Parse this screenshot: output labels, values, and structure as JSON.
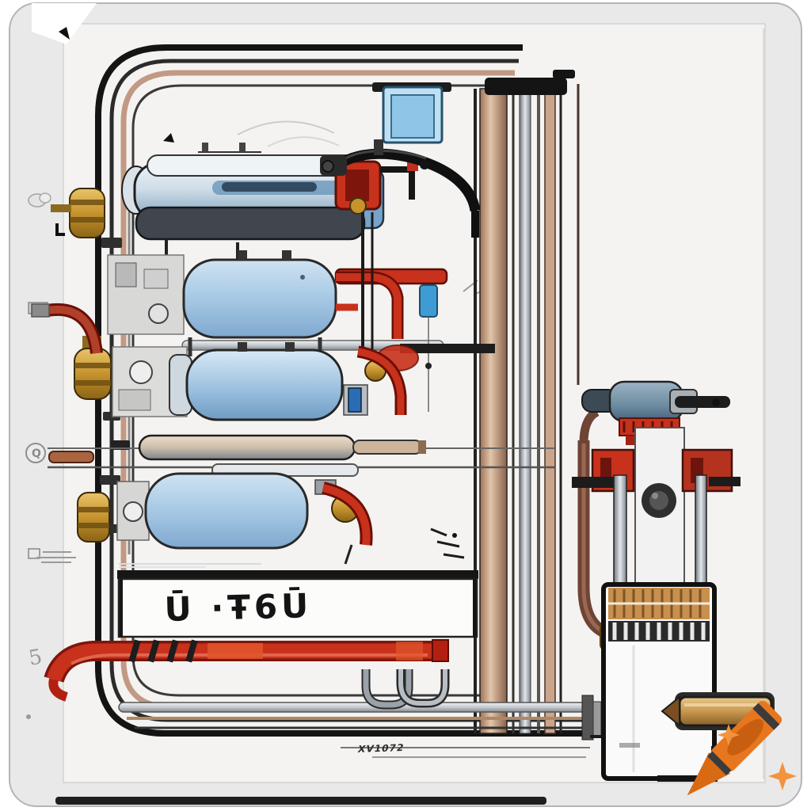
{
  "artwork": {
    "description": "AI-generated technical illustration of a piping / boiler system with four horizontal blue tanks, copper and red pipework, brass valves and a separate boiler unit",
    "watermark_icon": "crayon-icon",
    "watermark_sparkles": "sparkle-icon"
  },
  "plate": {
    "text": "Ū ·Ŧ6Ū"
  },
  "tags": {
    "pipe_tag": "XV1072",
    "port_tag": "Q",
    "curl_tag": "5"
  },
  "palette": {
    "card_gray": "#e9e9ea",
    "drawing_bg": "#f4f3f1",
    "line_black": "#151515",
    "pipe_copper": "#b5846a",
    "pipe_copper_dark": "#6e4434",
    "pipe_red": "#c8311b",
    "pipe_red_dark": "#7e150c",
    "red_orange": "#e0562b",
    "tank_blue": "#a6c8e4",
    "tank_blue_deep": "#7fa9cf",
    "valve_brass": "#c6932e",
    "sensor_blue": "#3e9bd4",
    "tag_blue": "#2a6db4",
    "box_blue": "#bfe0f2",
    "box_blue_inner": "#8fc6e8",
    "boiler_amber": "#c98f4e",
    "motor_blue_gray": "#6d8ba0",
    "crayon_orange": "#E8761E",
    "crayon_dark": "#c85f10",
    "sparkle_orange": "#f2943e"
  }
}
